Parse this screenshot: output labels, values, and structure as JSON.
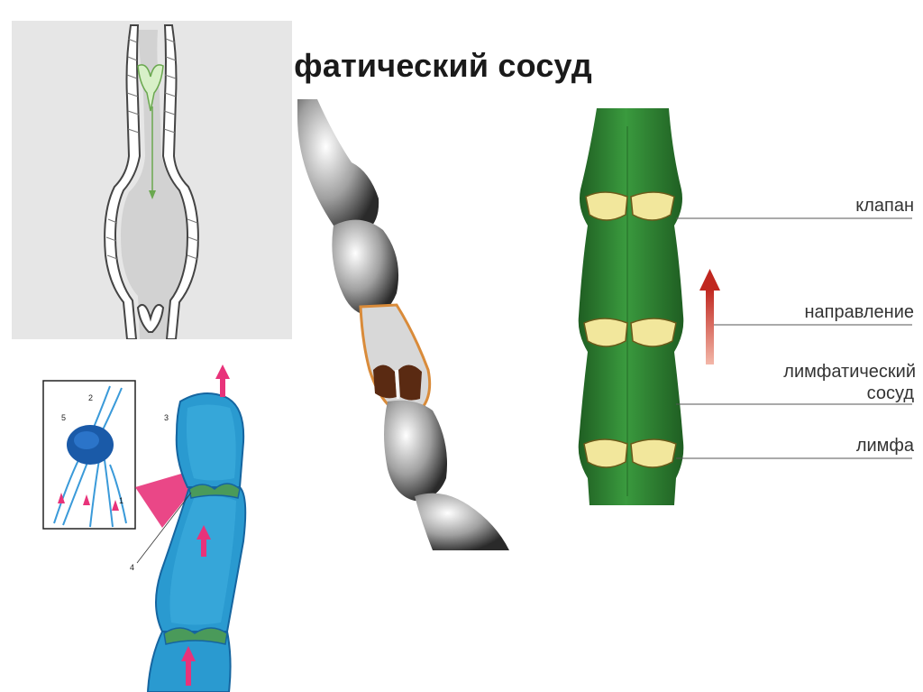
{
  "title": "Лимфатический сосуд",
  "panel_bottom_left": {
    "labels": [
      "1",
      "2",
      "3",
      "4",
      "5"
    ]
  },
  "panel_right": {
    "labels": {
      "valve": "клапан",
      "direction": "направление",
      "vessel_line1": "лимфатический",
      "vessel_line2": "сосуд",
      "lymph": "лимфа"
    }
  },
  "colors": {
    "vessel_green": "#2f7d32",
    "valve_yellow": "#f2e79c",
    "arrow_red": "#d9302b",
    "blue_vessel": "#1f8fc4",
    "pink_arrow": "#e8337a"
  }
}
